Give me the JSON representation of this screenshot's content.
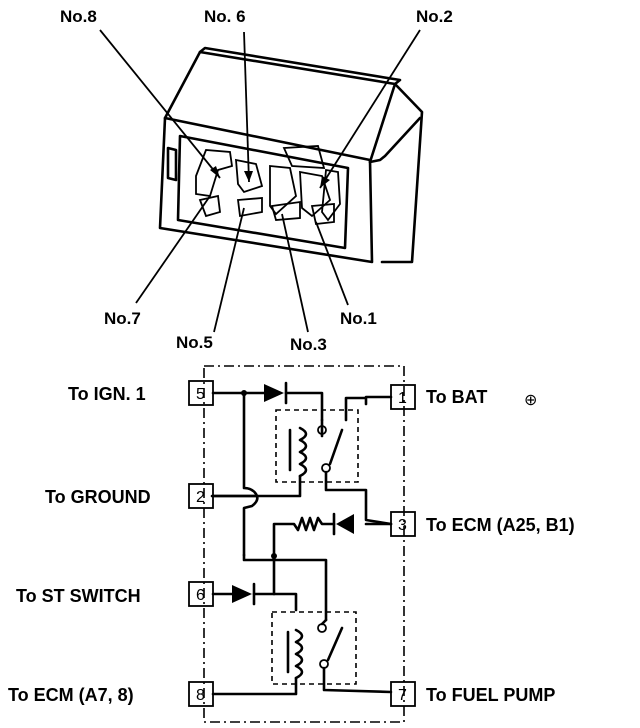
{
  "connector": {
    "pin_callouts": [
      {
        "id": "no8",
        "label": "No.8"
      },
      {
        "id": "no6",
        "label": "No. 6"
      },
      {
        "id": "no2",
        "label": "No.2"
      },
      {
        "id": "no7",
        "label": "No.7"
      },
      {
        "id": "no5",
        "label": "No.5"
      },
      {
        "id": "no3",
        "label": "No.3"
      },
      {
        "id": "no1",
        "label": "No.1"
      }
    ]
  },
  "schematic": {
    "terminals": [
      {
        "pin": "5",
        "label": "To IGN. 1",
        "side": "left"
      },
      {
        "pin": "2",
        "label": "To GROUND",
        "side": "left"
      },
      {
        "pin": "6",
        "label": "To ST SWITCH",
        "side": "left"
      },
      {
        "pin": "8",
        "label": "To ECM (A7, 8)",
        "side": "left"
      },
      {
        "pin": "1",
        "label": "To BAT",
        "side": "right"
      },
      {
        "pin": "3",
        "label": "To ECM (A25, B1)",
        "side": "right"
      },
      {
        "pin": "7",
        "label": "To FUEL PUMP",
        "side": "right"
      }
    ],
    "bat_symbol": "⊕"
  }
}
